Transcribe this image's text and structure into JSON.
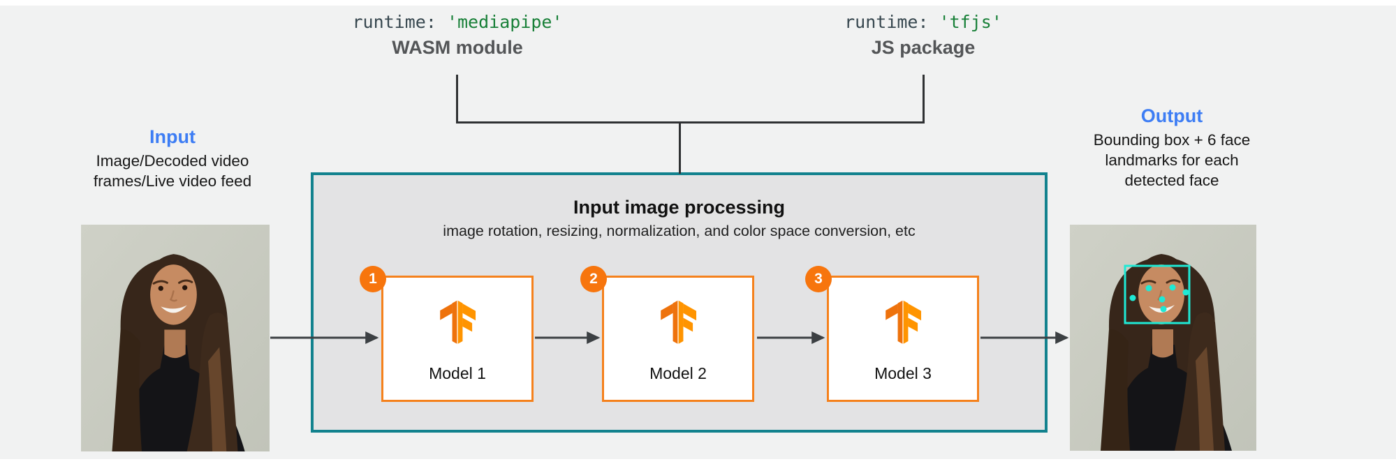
{
  "runtime_mediapipe": {
    "code_keyword": "runtime: ",
    "code_string": "'mediapipe'",
    "caption": "WASM module"
  },
  "runtime_tfjs": {
    "code_keyword": "runtime: ",
    "code_string": "'tfjs'",
    "caption": "JS package"
  },
  "input": {
    "title": "Input",
    "line1": "Image/Decoded video",
    "line2": "frames/Live video feed"
  },
  "output": {
    "title": "Output",
    "line1": "Bounding box + 6 face",
    "line2": "landmarks for each",
    "line3": "detected face"
  },
  "processing": {
    "title": "Input image processing",
    "subtitle": "image rotation, resizing, normalization, and color space conversion, etc"
  },
  "models": [
    {
      "badge": "1",
      "label": "Model 1"
    },
    {
      "badge": "2",
      "label": "Model 2"
    },
    {
      "badge": "3",
      "label": "Model 3"
    }
  ],
  "colors": {
    "accent_blue": "#3d7df4",
    "teal_border": "#12828e",
    "model_orange": "#f5811c",
    "badge_orange": "#f7750d",
    "code_green": "#188038",
    "code_gray": "#37474f",
    "overlay_cyan": "#1fe9d5",
    "box_fill": "#e3e3e4",
    "page_bg": "#f1f2f2"
  }
}
